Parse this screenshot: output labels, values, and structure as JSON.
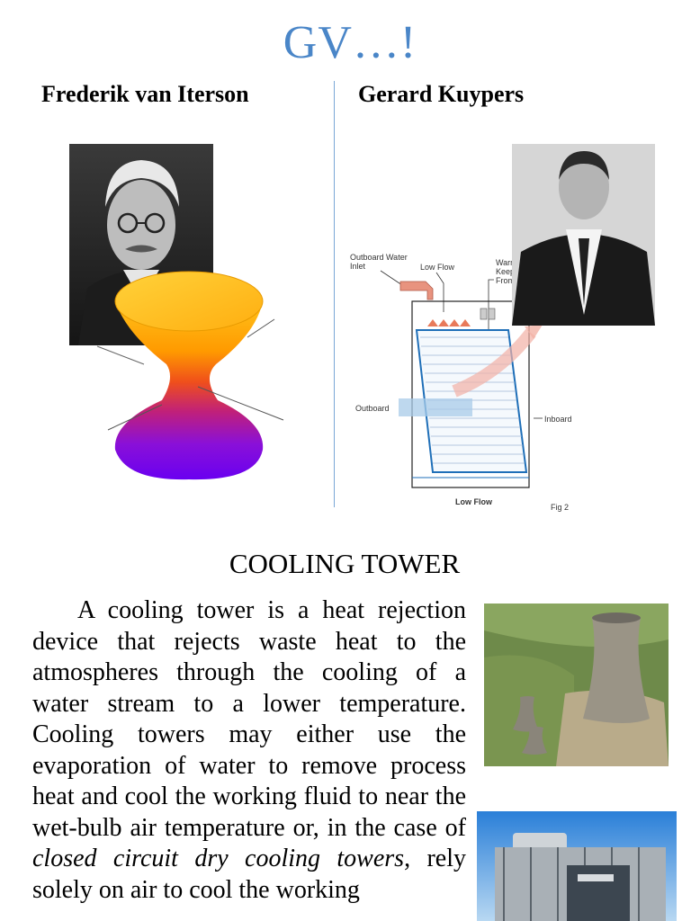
{
  "page": {
    "title": "GV…!"
  },
  "people": [
    {
      "name": "Frederik van Iterson"
    },
    {
      "name": "Gerard Kuypers"
    }
  ],
  "diagram": {
    "labels": {
      "outboard_water_inlet_1": "Outboard Water",
      "outboard_water_inlet_2": "Inlet",
      "low_flow_top": "Low Flow",
      "warm_1": "Warr",
      "warm_2": "Keep",
      "warm_3": "From",
      "outboard": "Outboard",
      "inboard": "Inboard",
      "low_flow_bottom": "Low Flow",
      "fig": "Fig 2"
    }
  },
  "section": {
    "title": "COOLING TOWER",
    "paragraph_lead": "A cooling tower is a heat rejection device that rejects waste heat to the atmospheres through the cooling of a water stream to a lower temperature. Cooling towers may either use the evaporation  of water to remove process heat and cool the working fluid to near the wet-bulb air temperature or, in the case of ",
    "paragraph_italic": "closed circuit dry cooling towers",
    "paragraph_tail": ", rely solely on air to cool the working"
  }
}
